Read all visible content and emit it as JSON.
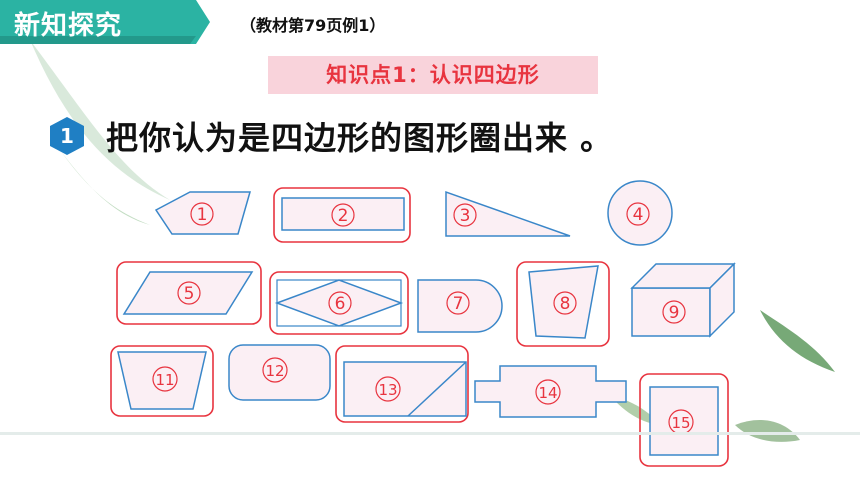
{
  "header": {
    "tab_title": "新知探究",
    "reference": "（教材第79页例1）"
  },
  "knowledge_point": "知识点1：认识四边形",
  "question": {
    "number": "1",
    "text": "把你认为是四边形的图形圈出来 。"
  },
  "colors": {
    "tab": "#2bb3a3",
    "shape_fill": "#fbeff4",
    "shape_stroke": "#3a87c9",
    "label": "#e8343f",
    "circle_mark": "#e8343f",
    "badge": "#1f7fc4"
  },
  "shapes": [
    {
      "label": "1",
      "kind": "pentagon",
      "circled": false
    },
    {
      "label": "2",
      "kind": "rectangle",
      "circled": true
    },
    {
      "label": "3",
      "kind": "right-triangle",
      "circled": false
    },
    {
      "label": "4",
      "kind": "circle",
      "circled": false
    },
    {
      "label": "5",
      "kind": "parallelogram",
      "circled": true
    },
    {
      "label": "6",
      "kind": "rhombus-in-rectangle",
      "circled": true
    },
    {
      "label": "7",
      "kind": "rounded-end shape",
      "circled": false
    },
    {
      "label": "8",
      "kind": "irregular quadrilateral",
      "circled": true
    },
    {
      "label": "9",
      "kind": "cuboid",
      "circled": false
    },
    {
      "label": "11",
      "kind": "trapezoid",
      "circled": true
    },
    {
      "label": "12",
      "kind": "rounded rectangle",
      "circled": false
    },
    {
      "label": "13",
      "kind": "rectangle with diagonal",
      "circled": true
    },
    {
      "label": "14",
      "kind": "cross-like polygon",
      "circled": false
    },
    {
      "label": "15",
      "kind": "square",
      "circled": true
    }
  ]
}
